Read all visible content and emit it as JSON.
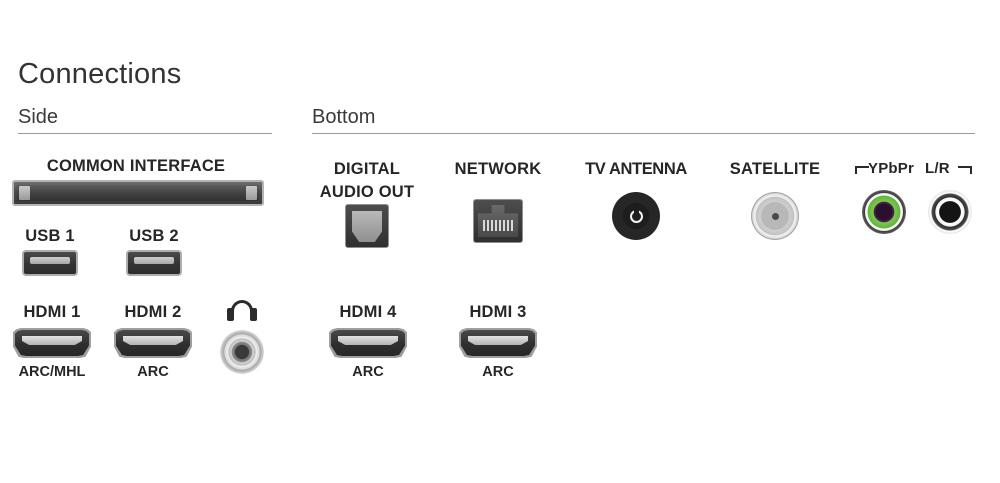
{
  "page": {
    "title": "Connections",
    "background": "#ffffff",
    "text_color": "#262626"
  },
  "sections": [
    {
      "id": "side",
      "heading": "Side"
    },
    {
      "id": "bottom",
      "heading": "Bottom"
    }
  ],
  "side": {
    "common_interface": {
      "label": "COMMON INTERFACE",
      "type": "ci-slot"
    },
    "usb": [
      {
        "label": "USB 1",
        "type": "usb-port"
      },
      {
        "label": "USB 2",
        "type": "usb-port"
      }
    ],
    "hdmi": [
      {
        "label": "HDMI 1",
        "sub": "ARC/MHL",
        "type": "hdmi-port"
      },
      {
        "label": "HDMI 2",
        "sub": "ARC",
        "type": "hdmi-port"
      }
    ],
    "headphone": {
      "icon": "headphone-icon",
      "type": "3.5mm-jack"
    }
  },
  "bottom": {
    "digital_audio_out": {
      "label_line1": "DIGITAL",
      "label_line2": "AUDIO OUT",
      "type": "optical-toslink"
    },
    "network": {
      "label": "NETWORK",
      "type": "rj45"
    },
    "tv_antenna": {
      "label": "TV ANTENNA",
      "type": "coax-iec"
    },
    "satellite": {
      "label": "SATELLITE",
      "type": "f-connector"
    },
    "ypbpr": {
      "label": "YPbPr",
      "type": "rca-component",
      "color": "#62b33d"
    },
    "lr": {
      "label": "L/R",
      "type": "rca-audio",
      "color": "#141414"
    },
    "hdmi": [
      {
        "label": "HDMI 4",
        "sub": "ARC",
        "type": "hdmi-port"
      },
      {
        "label": "HDMI 3",
        "sub": "ARC",
        "type": "hdmi-port"
      }
    ]
  }
}
